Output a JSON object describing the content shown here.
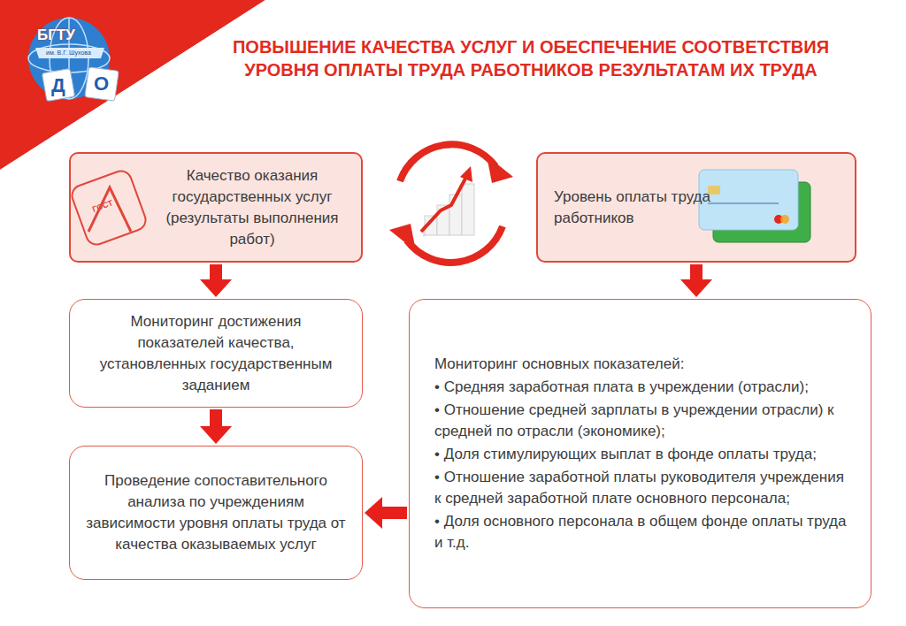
{
  "diagram": {
    "title": "ПОВЫШЕНИЕ КАЧЕСТВА УСЛУГ И ОБЕСПЕЧЕНИЕ СООТВЕТСТВИЯ УРОВНЯ ОПЛАТЫ ТРУДА РАБОТНИКОВ РЕЗУЛЬТАТАМ ИХ ТРУДА",
    "nodes": [
      {
        "text": [
          "Качество оказания государственных услуг (результаты выполнения работ)"
        ]
      },
      {
        "text": [
          "Уровень оплаты труда работников"
        ]
      },
      {
        "text": [
          "Мониторинг достижения показателей качества, установленных государственным заданием"
        ]
      },
      {
        "text": [
          "Проведение сопоставительного анализа по учреждениям зависимости уровня оплаты труда от качества оказываемых услуг"
        ]
      },
      {
        "text": [
          "Мониторинг основных показателей:",
          "• Средняя заработная плата в учреждении (отрасли);",
          "• Отношение средней зарплаты в учреждении отрасли) к средней по отрасли (экономике);",
          "• Доля стимулирующих выплат в фонде оплаты труда;",
          "• Отношение заработной платы руководителя учреждения к средней заработной плате основного персонала;",
          "• Доля основного персонала в общем фонде оплаты труда и т.д."
        ]
      }
    ],
    "edges": [
      {
        "from": 0,
        "to": 2,
        "arrow": "to"
      },
      {
        "from": 2,
        "to": 3,
        "arrow": "to"
      },
      {
        "from": 1,
        "to": 4,
        "arrow": "to"
      },
      {
        "from": 4,
        "to": 3,
        "arrow": "to"
      }
    ],
    "labels": [
      "БГТУ",
      "им. В.Г. Шухова",
      "Д",
      "О",
      "ГОСТ"
    ]
  }
}
